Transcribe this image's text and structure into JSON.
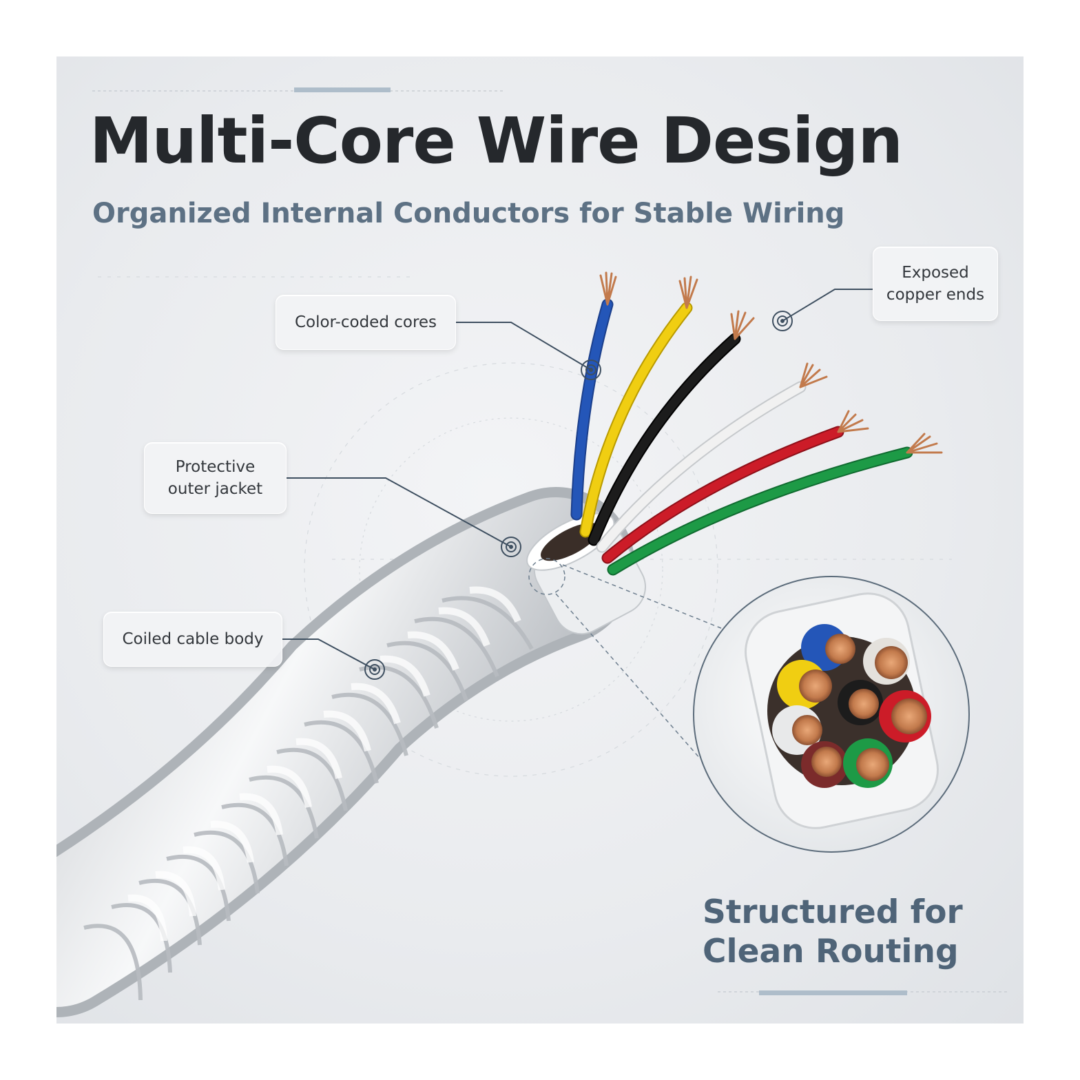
{
  "title": "Multi-Core Wire Design",
  "subtitle": "Organized Internal Conductors for Stable Wiring",
  "callouts": {
    "color_coded": "Color-coded cores",
    "exposed_copper": "Exposed\ncopper ends",
    "outer_jacket": "Protective\nouter jacket",
    "coiled_body": "Coiled cable body"
  },
  "tagline": {
    "line1": "Structured for",
    "line2": "Clean Routing"
  },
  "colors": {
    "title": "#25282c",
    "subtitle": "#5d7184",
    "tagline": "#4f6478",
    "leader_line": "#3e4f60",
    "wire_blue": "#2456b8",
    "wire_yellow": "#f0ce12",
    "wire_black": "#1c1c1c",
    "wire_white": "#f1f1f1",
    "wire_red": "#cc1c28",
    "wire_green": "#1d9a46",
    "copper": "#c27a4c"
  }
}
